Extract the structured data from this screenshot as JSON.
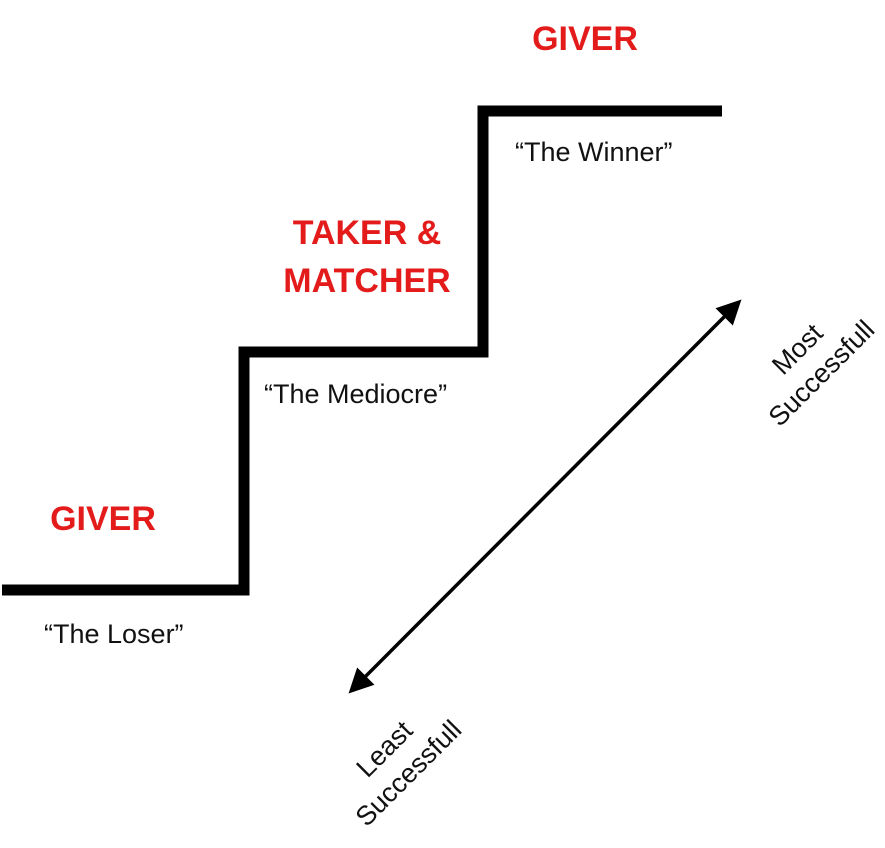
{
  "steps": [
    {
      "role": "GIVER",
      "nickname": "“The Loser”"
    },
    {
      "role_line1": "TAKER &",
      "role_line2": "MATCHER",
      "nickname": "“The Mediocre”"
    },
    {
      "role": "GIVER",
      "nickname": "“The Winner”"
    }
  ],
  "scale": {
    "top_line1": "Most",
    "top_line2": "Successfull",
    "bottom_line1": "Least",
    "bottom_line2": "Successfull"
  },
  "colors": {
    "role": "#e31b1b",
    "line": "#000000",
    "text": "#111111"
  }
}
